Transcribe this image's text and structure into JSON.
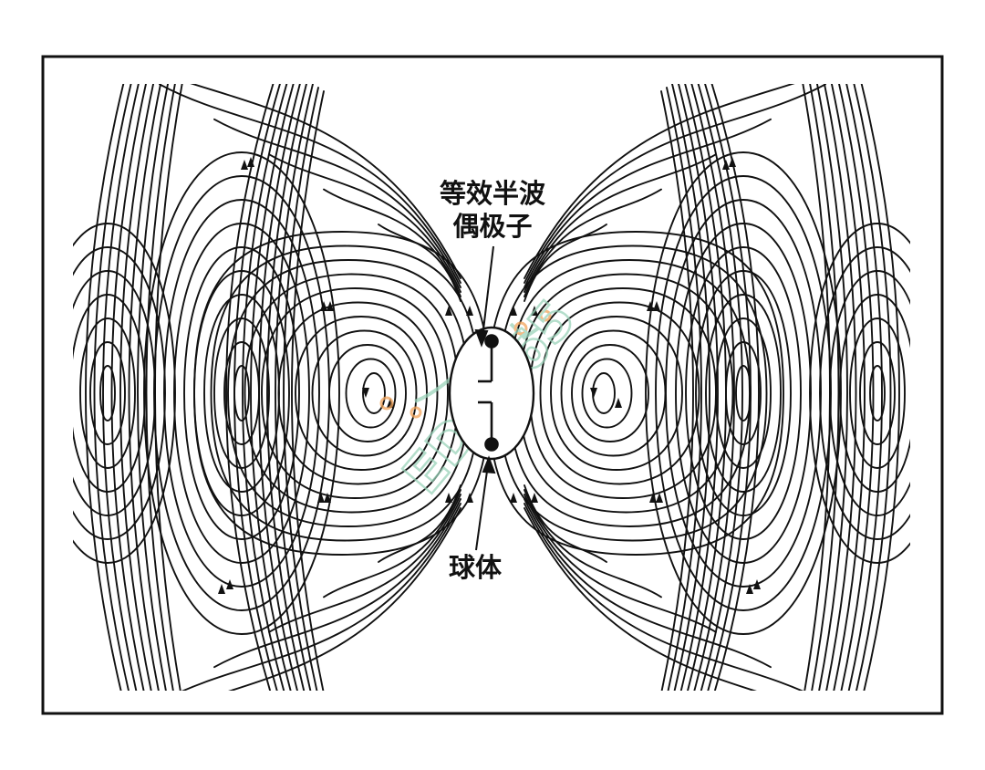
{
  "labels": {
    "dipole_line1": "等效半波",
    "dipole_line2": "偶极子",
    "sphere": "球体"
  },
  "watermark": {
    "text": "EDA365"
  },
  "colors": {
    "line": "#111111",
    "watermark_green": "#9bd3ba",
    "watermark_orange": "#f2a45a",
    "background": "#ffffff"
  }
}
